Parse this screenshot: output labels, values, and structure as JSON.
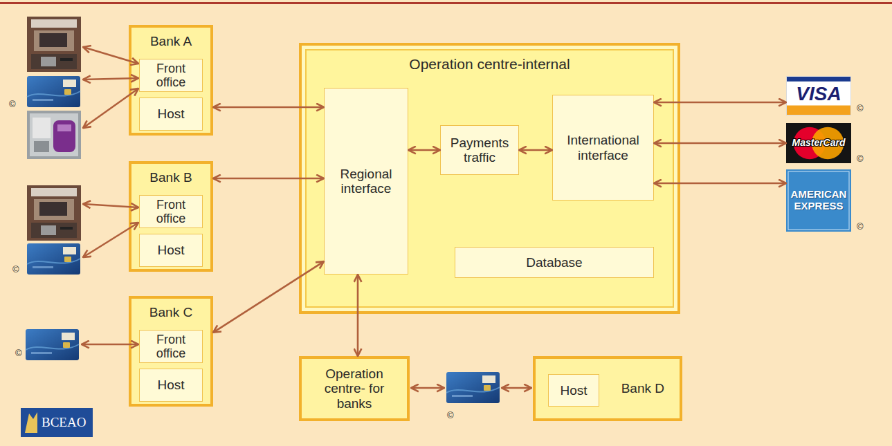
{
  "diagram": {
    "nodes": [
      {
        "text": [
          "Bank A"
        ]
      },
      {
        "text": [
          "Front office"
        ],
        "in": 0
      },
      {
        "text": [
          "Host"
        ],
        "in": 0
      },
      {
        "text": [
          "Bank B"
        ]
      },
      {
        "text": [
          "Front office"
        ],
        "in": 3
      },
      {
        "text": [
          "Host"
        ],
        "in": 3
      },
      {
        "text": [
          "Bank C"
        ]
      },
      {
        "text": [
          "Front office"
        ],
        "in": 6
      },
      {
        "text": [
          "Host"
        ],
        "in": 6
      },
      {
        "text": [
          "Operation centre-internal"
        ]
      },
      {
        "text": [
          "Regional interface"
        ],
        "in": 9
      },
      {
        "text": [
          "Payments traffic"
        ],
        "in": 9
      },
      {
        "text": [
          "International interface"
        ],
        "in": 9
      },
      {
        "text": [
          "Database"
        ],
        "in": 9
      },
      {
        "text": [
          "Operation centre- for banks"
        ]
      },
      {
        "text": [
          "Bank D"
        ]
      },
      {
        "text": [
          "Host"
        ],
        "in": 15
      },
      {
        "text": [
          "VISA"
        ]
      },
      {
        "text": [
          "MasterCard"
        ]
      },
      {
        "text": [
          "AMERICAN EXPRESS"
        ]
      }
    ],
    "edges": [
      {
        "from": 0,
        "to": 10,
        "arrow": "both"
      },
      {
        "from": 3,
        "to": 10,
        "arrow": "both"
      },
      {
        "from": 6,
        "to": 10,
        "arrow": "both"
      },
      {
        "from": 10,
        "to": 11,
        "arrow": "both"
      },
      {
        "from": 11,
        "to": 12,
        "arrow": "both"
      },
      {
        "from": 12,
        "to": 17,
        "arrow": "both"
      },
      {
        "from": 12,
        "to": 18,
        "arrow": "both"
      },
      {
        "from": 12,
        "to": 19,
        "arrow": "both"
      },
      {
        "from": 10,
        "to": 14,
        "arrow": "both"
      }
    ],
    "labels": [
      "©",
      "©",
      "©",
      "©",
      "©",
      "©",
      "©",
      "BCEAO"
    ]
  }
}
